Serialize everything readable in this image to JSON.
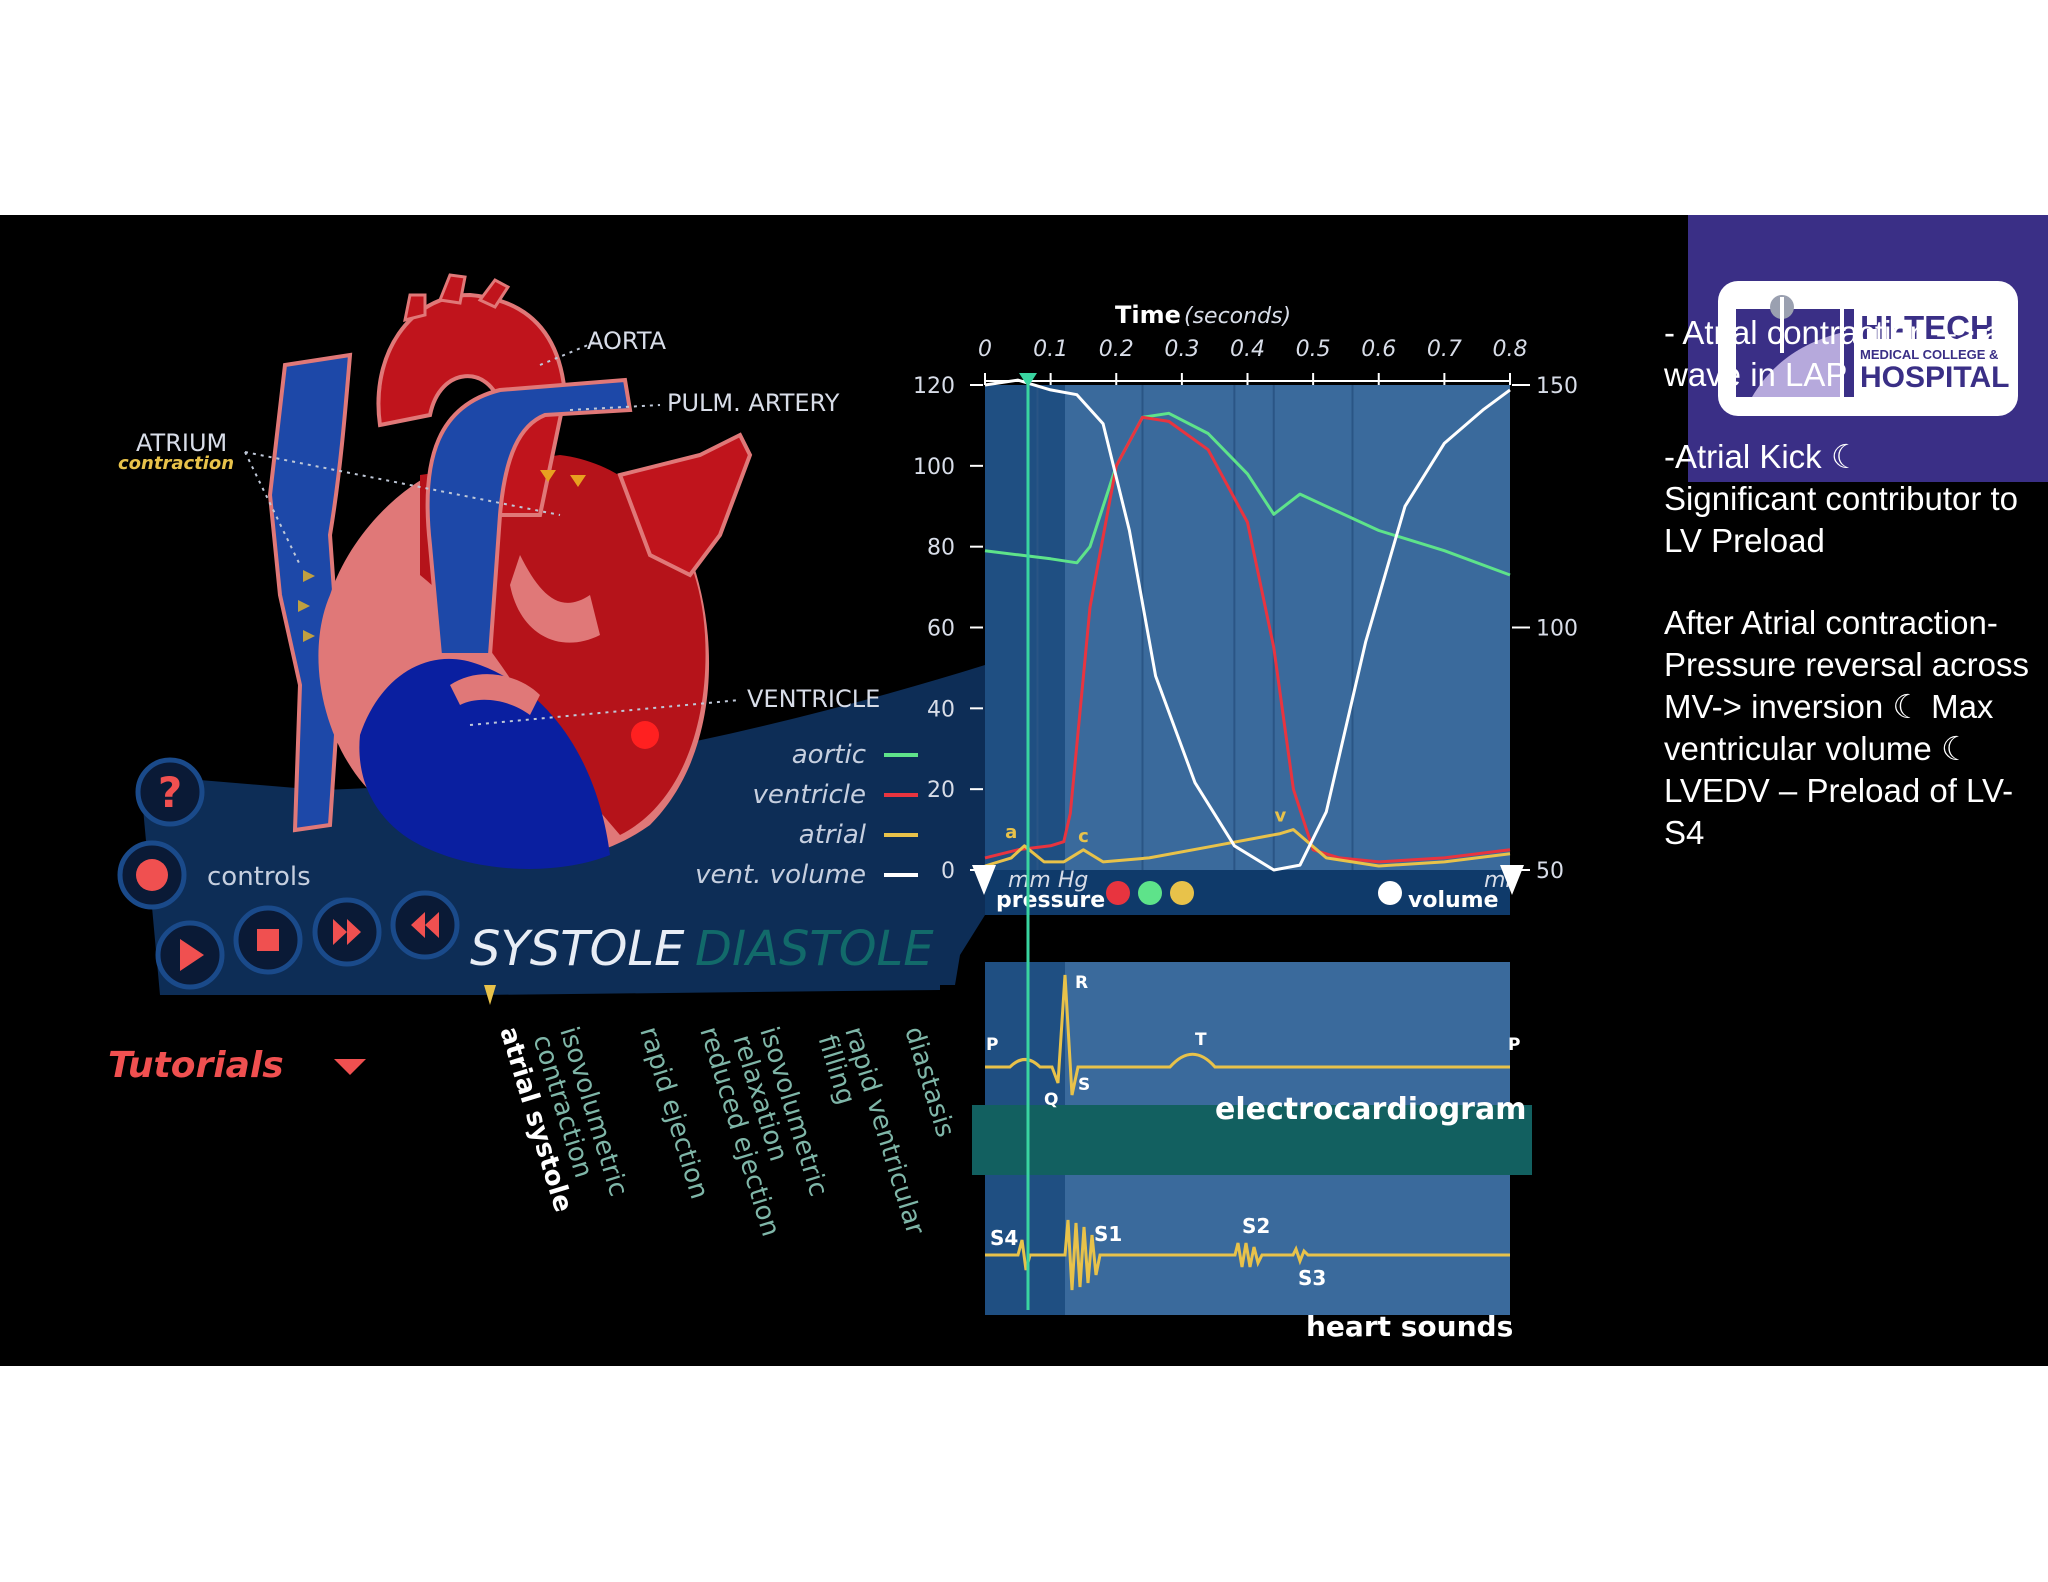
{
  "heart": {
    "aorta": "AORTA",
    "pulm_artery": "PULM. ARTERY",
    "atrium": "ATRIUM",
    "atrium_state": "contraction",
    "ventricle": "VENTRICLE"
  },
  "controls": {
    "help": "?",
    "controls_label": "controls",
    "tutorials": "Tutorials"
  },
  "legend": [
    {
      "label": "aortic",
      "color": "#5ee38a"
    },
    {
      "label": "ventricle",
      "color": "#e8343f"
    },
    {
      "label": "atrial",
      "color": "#e8c24a"
    },
    {
      "label": "vent. volume",
      "color": "#ffffff"
    }
  ],
  "phase_header": {
    "systole": "SYSTOLE",
    "diastole": "DIASTOLE"
  },
  "phases": [
    "atrial systole",
    "isovolumetric\ncontraction",
    "rapid ejection",
    "reduced ejection",
    "isovolumetric\nrelaxation",
    "rapid ventricular\nfilling",
    "diastasis"
  ],
  "chart_data": {
    "type": "line",
    "title": "Time",
    "title_units": "(seconds)",
    "x_ticks": [
      "0",
      "0.1",
      "0.2",
      "0.3",
      "0.4",
      "0.5",
      "0.6",
      "0.7",
      "0.8"
    ],
    "y_ticks": [
      "120",
      "100",
      "80",
      "60",
      "40",
      "20",
      "0"
    ],
    "y2_ticks": [
      "150",
      "100",
      "50"
    ],
    "ylim": [
      0,
      120
    ],
    "y2lim": [
      50,
      150
    ],
    "xlim": [
      0,
      0.8
    ],
    "ylabel_units": "mm Hg",
    "ylabel": "pressure",
    "y2label_units": "ml",
    "y2label": "volume",
    "series": [
      {
        "name": "aortic",
        "color": "#5ee38a",
        "axis": "y",
        "x": [
          0,
          0.05,
          0.1,
          0.14,
          0.16,
          0.2,
          0.24,
          0.28,
          0.34,
          0.4,
          0.44,
          0.48,
          0.52,
          0.6,
          0.7,
          0.8
        ],
        "y": [
          79,
          78,
          77,
          76,
          80,
          100,
          112,
          113,
          108,
          98,
          88,
          93,
          90,
          84,
          79,
          73
        ]
      },
      {
        "name": "ventricle",
        "color": "#e8343f",
        "axis": "y",
        "x": [
          0,
          0.05,
          0.1,
          0.12,
          0.13,
          0.16,
          0.2,
          0.24,
          0.28,
          0.34,
          0.4,
          0.44,
          0.47,
          0.5,
          0.54,
          0.6,
          0.7,
          0.8
        ],
        "y": [
          3,
          5,
          6,
          7,
          14,
          65,
          100,
          112,
          111,
          104,
          86,
          55,
          20,
          5,
          3,
          2,
          3,
          5
        ]
      },
      {
        "name": "atrial",
        "color": "#e8c24a",
        "axis": "y",
        "x": [
          0,
          0.04,
          0.06,
          0.09,
          0.12,
          0.15,
          0.18,
          0.25,
          0.35,
          0.45,
          0.47,
          0.52,
          0.6,
          0.7,
          0.8
        ],
        "y": [
          1,
          3,
          6,
          2,
          2,
          5,
          2,
          3,
          6,
          9,
          10,
          3,
          1,
          2,
          4
        ]
      },
      {
        "name": "vent. volume",
        "color": "#ffffff",
        "axis": "y2",
        "x": [
          0,
          0.05,
          0.1,
          0.14,
          0.18,
          0.22,
          0.26,
          0.32,
          0.38,
          0.44,
          0.48,
          0.52,
          0.58,
          0.64,
          0.7,
          0.76,
          0.8
        ],
        "y": [
          150,
          151,
          149,
          148,
          142,
          120,
          90,
          68,
          55,
          50,
          51,
          62,
          97,
          125,
          138,
          145,
          149
        ]
      }
    ],
    "peak_labels": [
      "a",
      "c",
      "v"
    ],
    "ecg": {
      "title": "electrocardiogram",
      "labels": [
        "P",
        "Q",
        "R",
        "S",
        "T",
        "P"
      ]
    },
    "sounds": {
      "title": "heart sounds",
      "labels": [
        "S4",
        "S1",
        "S2",
        "S3"
      ]
    },
    "grid": true
  },
  "logo": {
    "line1": "HI-TECH",
    "line2": "MEDICAL COLLEGE &",
    "line3": "HOSPITAL"
  },
  "notes": [
    "- Atrial contraction –> a wave in LAP",
    "-Atrial Kick  ☾\nSignificant contributor to LV Preload",
    "After Atrial contraction- Pressure reversal across MV-> inversion  ☾  Max ventricular volume  ☾\nLVEDV – Preload of LV- S4"
  ]
}
